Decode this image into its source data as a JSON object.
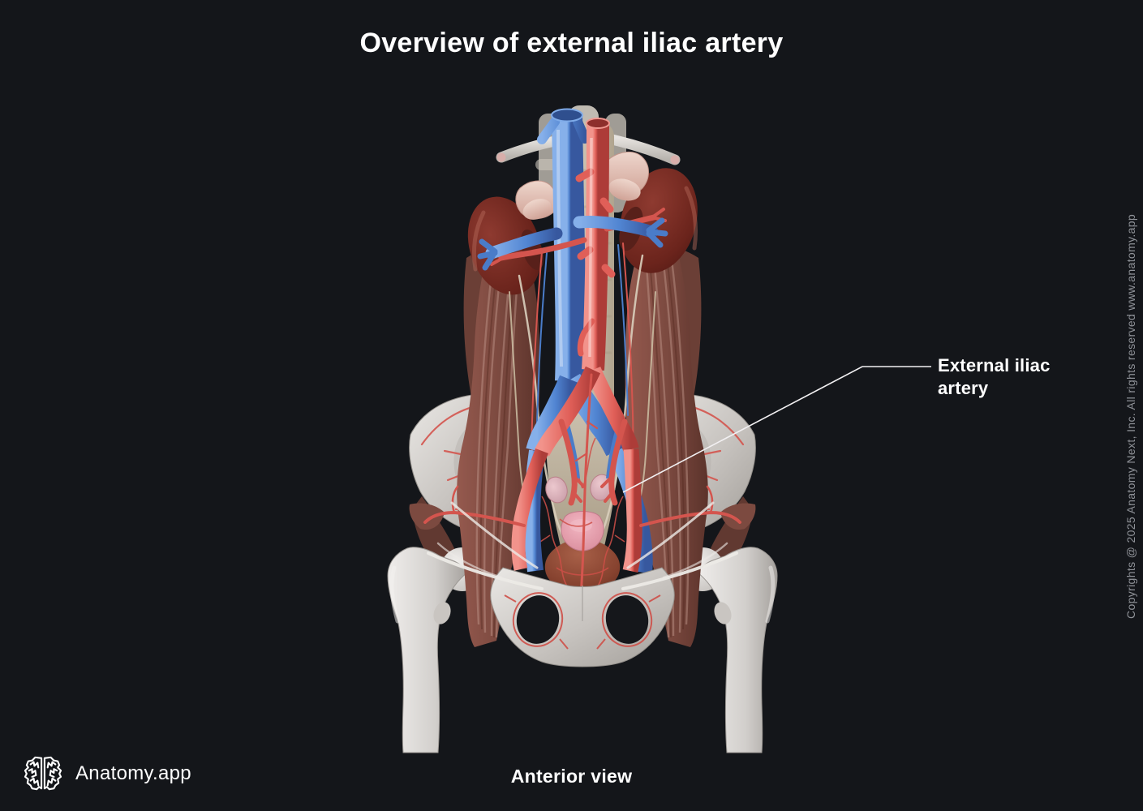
{
  "header": {
    "title": "Overview of external iliac artery"
  },
  "annotation": {
    "line1": "External iliac",
    "line2": "artery"
  },
  "figure": {
    "caption": "Anterior view",
    "alt": "3D render, anterior view of the pelvic region: abdominal aorta and inferior vena cava between the kidneys, iliac vessels descending over the psoas muscles into the pelvis, with hip bones and femurs; the external iliac artery is labeled"
  },
  "brand": {
    "name": "Anatomy.app"
  },
  "copyright": {
    "text": "Copyrights @ 2025 Anatomy Next, Inc. All rights reserved www.anatomy.app"
  },
  "colors": {
    "background": "#14161a",
    "title_text": "#ffffff",
    "label_text": "#ffffff",
    "leader_line": "#f2f0f2",
    "copyright_text": "#8f9298",
    "artery_red": "#e05f58",
    "vein_blue": "#5185d2",
    "bone": "#d5d2cf",
    "muscle": "#8a564c",
    "kidney": "#6b241c"
  }
}
